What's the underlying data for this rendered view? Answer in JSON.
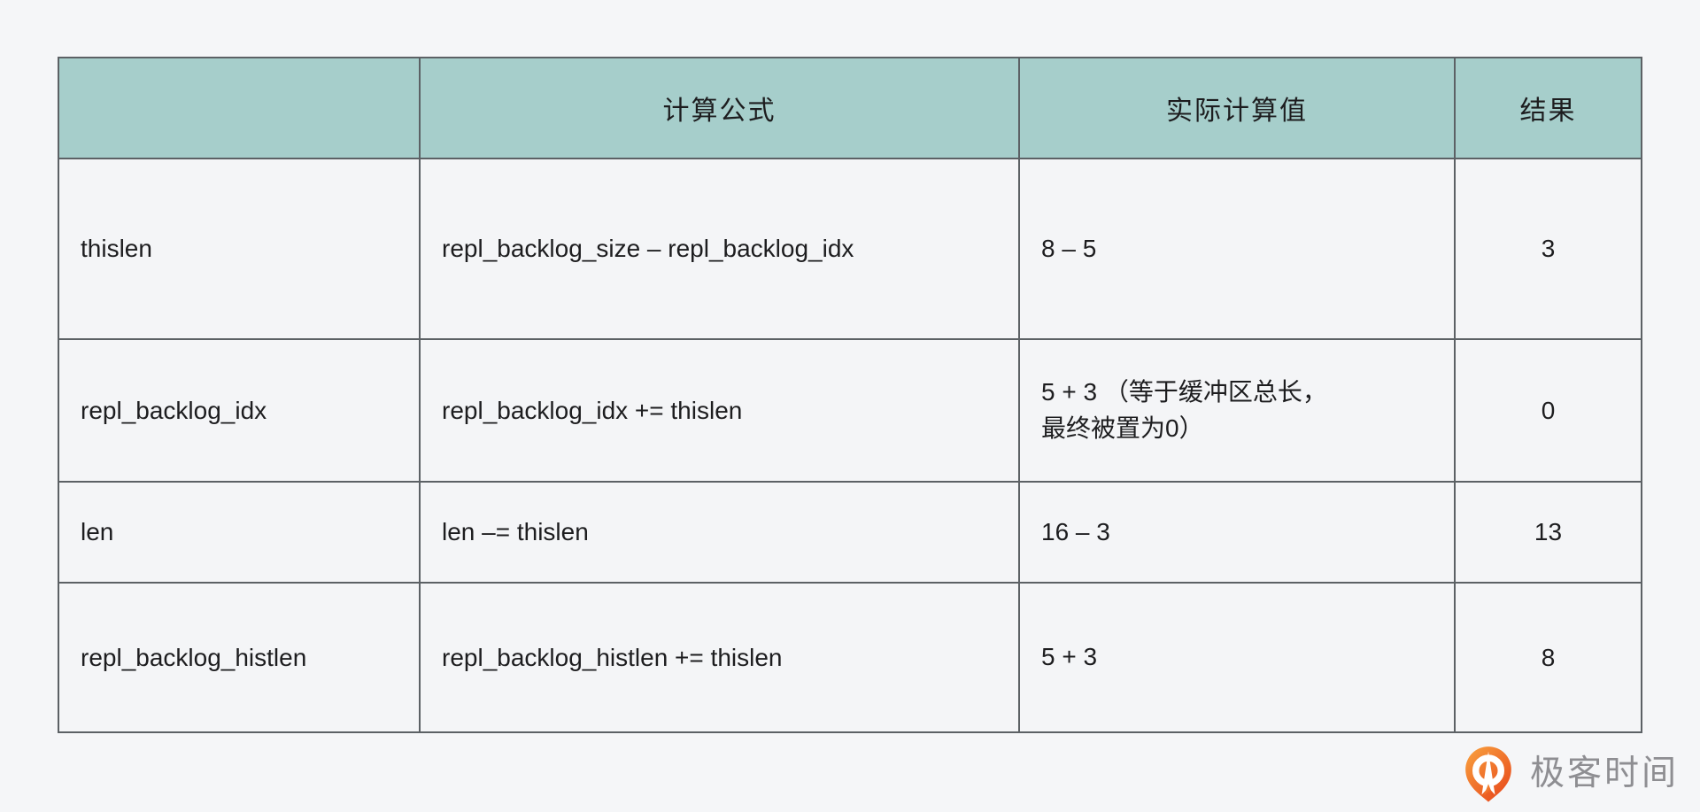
{
  "table": {
    "header": [
      "",
      "计算公式",
      "实际计算值",
      "结果"
    ],
    "rows": [
      {
        "variable": "thislen",
        "formula": "repl_backlog_size – repl_backlog_idx",
        "actual": "8 – 5",
        "result": "3"
      },
      {
        "variable": "repl_backlog_idx",
        "formula": "repl_backlog_idx += thislen",
        "actual": "5 + 3 （等于缓冲区总长，\n最终被置为0）",
        "result": "0"
      },
      {
        "variable": "len",
        "formula": "len –= thislen",
        "actual": "16 – 3",
        "result": "13"
      },
      {
        "variable": "repl_backlog_histlen",
        "formula": "repl_backlog_histlen += thislen",
        "actual": "5 + 3",
        "result": "8"
      }
    ]
  },
  "branding": {
    "logo_text": "极客时间"
  },
  "colors": {
    "page_bg": "#f5f6f8",
    "cell_bg": "#f4f5f7",
    "header_bg": "#a6cecb",
    "border_color": "#5c6165",
    "text_color": "#1d1d1f",
    "logo_text_color": "#8e8e92",
    "logo_orange_light": "#f9a33f",
    "logo_orange_dark": "#e84a1c"
  }
}
